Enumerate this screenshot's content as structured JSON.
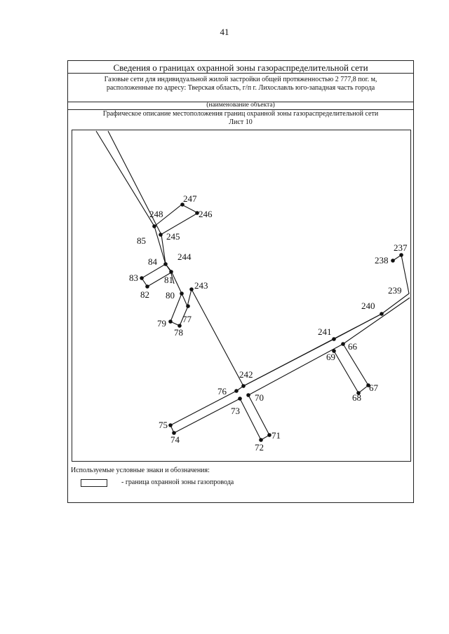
{
  "page_number": "41",
  "header": {
    "title": "Сведения о границах охранной зоны газораспределительной сети",
    "description_line1": "Газовые сети для индивидуальной жилой застройки общей протяженностью 2 777,8 пог. м,",
    "description_line2": "расположенные по адресу:  Тверская область, г/п г. Лихославль юго-западная часть города",
    "object_label": "(наименование объекта)",
    "graphic_title": "Графическое описание местоположения границ охранной зоны газораспределительной сети",
    "sheet": "Лист 10"
  },
  "points": [
    {
      "id": "247",
      "label": "247"
    },
    {
      "id": "246",
      "label": "246"
    },
    {
      "id": "248",
      "label": "248"
    },
    {
      "id": "245",
      "label": "245"
    },
    {
      "id": "85",
      "label": "85"
    },
    {
      "id": "244",
      "label": "244"
    },
    {
      "id": "84",
      "label": "84"
    },
    {
      "id": "83",
      "label": "83"
    },
    {
      "id": "81",
      "label": "81"
    },
    {
      "id": "82",
      "label": "82"
    },
    {
      "id": "80",
      "label": "80"
    },
    {
      "id": "243",
      "label": "243"
    },
    {
      "id": "77",
      "label": "77"
    },
    {
      "id": "79",
      "label": "79"
    },
    {
      "id": "78",
      "label": "78"
    },
    {
      "id": "237",
      "label": "237"
    },
    {
      "id": "238",
      "label": "238"
    },
    {
      "id": "239",
      "label": "239"
    },
    {
      "id": "240",
      "label": "240"
    },
    {
      "id": "241",
      "label": "241"
    },
    {
      "id": "66",
      "label": "66"
    },
    {
      "id": "69",
      "label": "69"
    },
    {
      "id": "242",
      "label": "242"
    },
    {
      "id": "76",
      "label": "76"
    },
    {
      "id": "70",
      "label": "70"
    },
    {
      "id": "73",
      "label": "73"
    },
    {
      "id": "67",
      "label": "67"
    },
    {
      "id": "68",
      "label": "68"
    },
    {
      "id": "75",
      "label": "75"
    },
    {
      "id": "74",
      "label": "74"
    },
    {
      "id": "71",
      "label": "71"
    },
    {
      "id": "72",
      "label": "72"
    }
  ],
  "legend": {
    "title": "Используемые условные знаки и обозначения:",
    "items": [
      {
        "symbol": "rectangle-outline",
        "text": "-  граница охранной зоны газопровода"
      }
    ]
  }
}
